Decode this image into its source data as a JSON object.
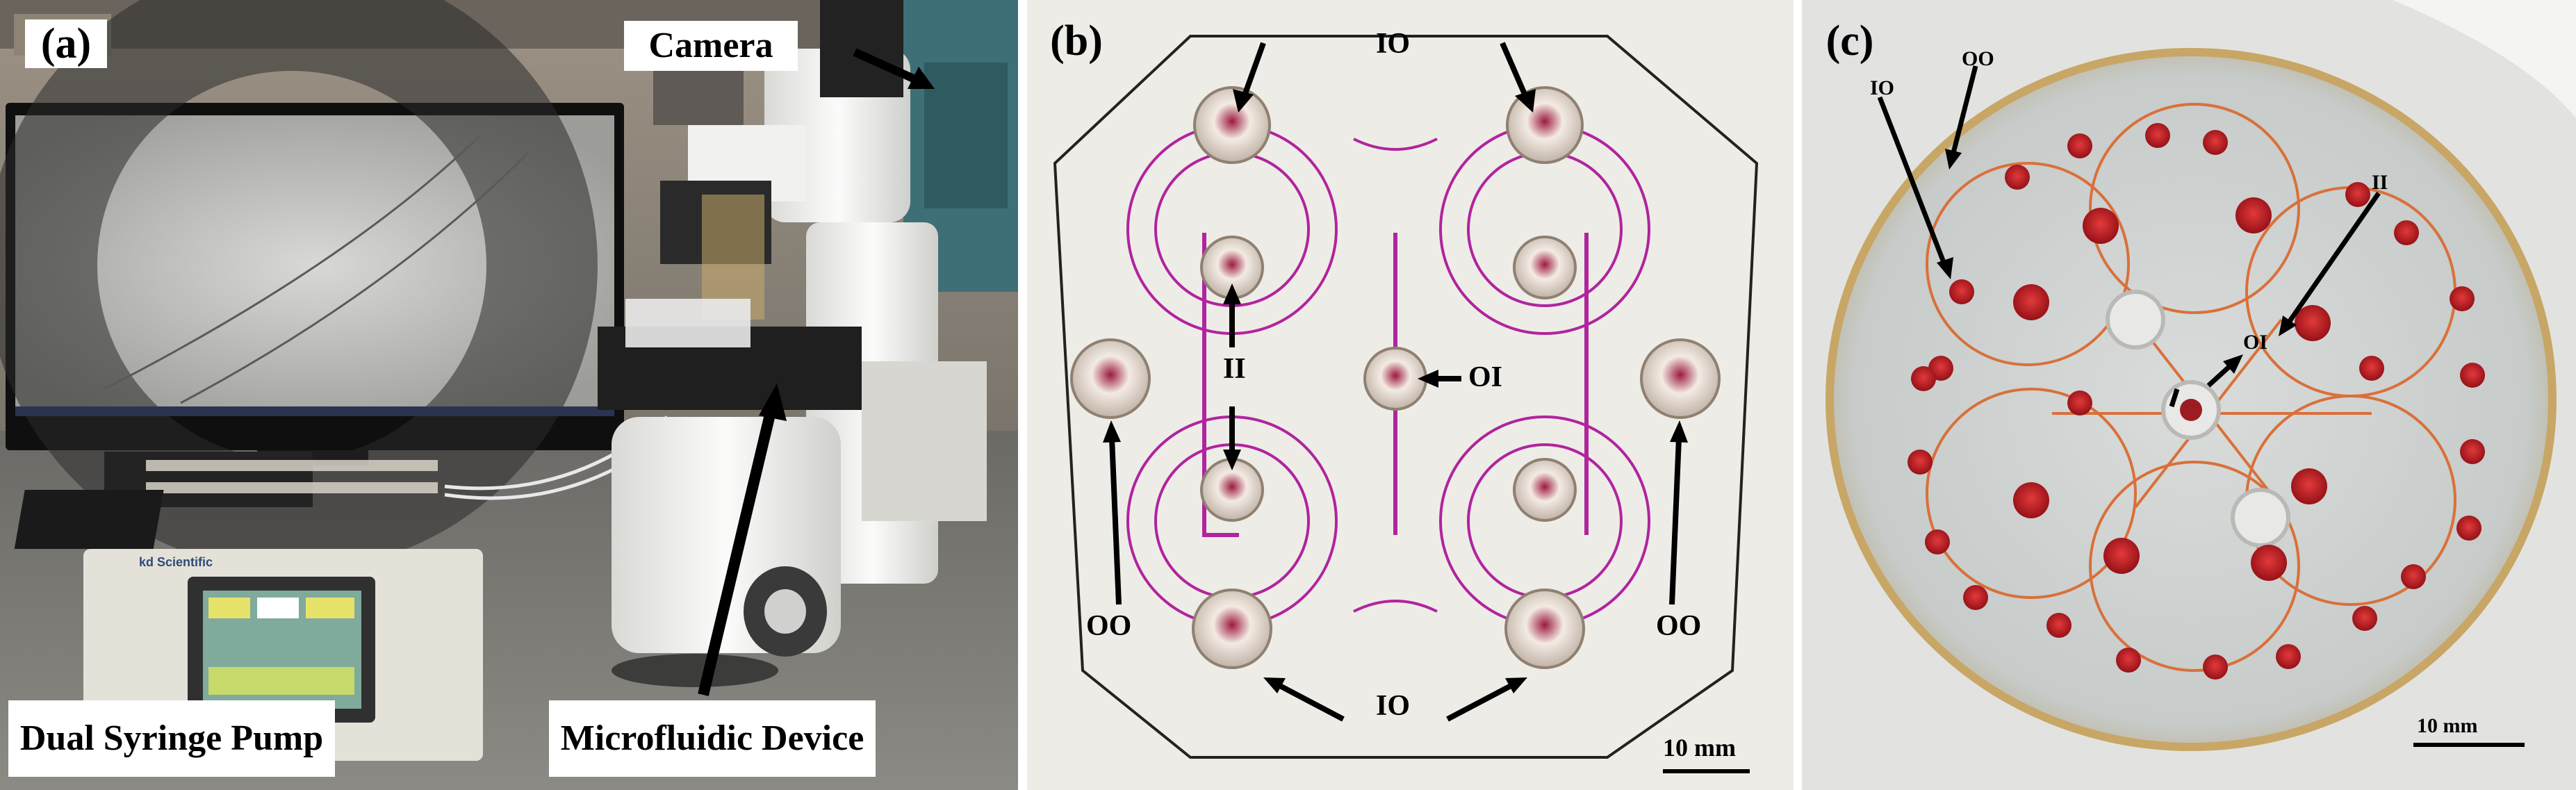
{
  "panel_a": {
    "letter": "(a)",
    "labels": {
      "camera": "Camera",
      "pump": "Dual Syringe Pump",
      "device": "Microfluidic Device"
    },
    "pump_brand": "kd Scientific"
  },
  "panel_b": {
    "letter": "(b)",
    "labels": {
      "io_top": "IO",
      "io_bottom": "IO",
      "ii": "II",
      "oi": "OI",
      "oo_left": "OO",
      "oo_right": "OO"
    },
    "scale": "10 mm"
  },
  "panel_c": {
    "letter": "(c)",
    "labels": {
      "io": "IO",
      "oo": "OO",
      "ii": "II",
      "oi": "OI"
    },
    "scale": "10 mm"
  },
  "colors": {
    "magenta_channel": "#b0249e",
    "red_dye": "#b8141c",
    "orange_channel": "#d9703a"
  }
}
